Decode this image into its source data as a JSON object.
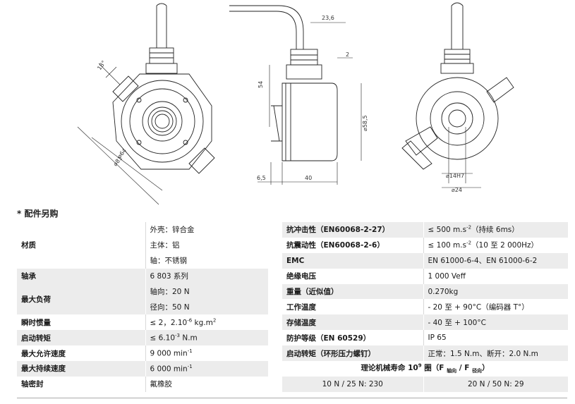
{
  "note": "* 配件另购",
  "dimensions": {
    "d236": "23,6",
    "d2": "2",
    "d54": "54",
    "d585": "⌀58,5",
    "d65": "6,5",
    "d40": "40",
    "d18": "18°",
    "d64": "⌀64",
    "d81": "⌀81",
    "d14": "⌀14H7",
    "d24": "⌀24"
  },
  "left_table": {
    "material_label": "材质",
    "material_housing": "外壳：锌合金",
    "material_body": "主体：铝",
    "material_shaft": "轴：不锈钢",
    "bearing_label": "轴承",
    "bearing_value": "6 803 系列",
    "maxload_label": "最大负荷",
    "maxload_axial": "轴向：20 N",
    "maxload_radial": "径向：50 N",
    "inertia_label": "瞬时惯量",
    "inertia_value": "≤ 2，2.10",
    "inertia_exp": "-6",
    "inertia_unit": " kg.m",
    "inertia_sq": "2",
    "torque_label": "启动转矩",
    "torque_value": "≤ 6.10",
    "torque_exp": "-3",
    "torque_unit": " N.m",
    "maxspeed_label": "最大允许速度",
    "maxspeed_value": "9 000 min",
    "maxspeed_exp": "-1",
    "contspeed_label": "最大持续速度",
    "contspeed_value": "6 000 min",
    "contspeed_exp": "-1",
    "seal_label": "轴密封",
    "seal_value": "氟橡胶"
  },
  "right_table": {
    "shock_label": "抗冲击性（EN60068-2-27）",
    "shock_value": "≤ 500 m.s",
    "shock_exp": "-2",
    "shock_suffix": "（持续  6ms）",
    "vib_label": "抗震动性（EN60068-2-6）",
    "vib_value": "≤ 100 m.s",
    "vib_exp": "-2",
    "vib_suffix": "（10 至 2 000Hz）",
    "emc_label": "EMC",
    "emc_value": "EN 61000-6-4、EN 61000-6-2",
    "ins_label": "绝缘电压",
    "ins_value": "1 000 Veff",
    "weight_label": "重量（近似值）",
    "weight_value": "0.270kg",
    "optemp_label": "工作温度",
    "optemp_value": "- 20 至 + 90°C（编码器 T°）",
    "sttemp_label": "存储温度",
    "sttemp_value": "- 40 至 + 100°C",
    "ip_label": "防护等级（EN 60529）",
    "ip_value": "IP 65",
    "start_label": "启动转矩（环形压力螺钉）",
    "start_value": "正常：1.5 N.m、断开：2.0 N.m",
    "life_pre": "理论机械寿命 10",
    "life_exp": "9",
    "life_mid": " 圈（F ",
    "life_sub1": "轴向",
    "life_slash": " / F ",
    "life_sub2": "径向",
    "life_post": "）",
    "life_v1": "10 N / 25 N: 230",
    "life_v2": "20 N / 50 N: 29"
  }
}
